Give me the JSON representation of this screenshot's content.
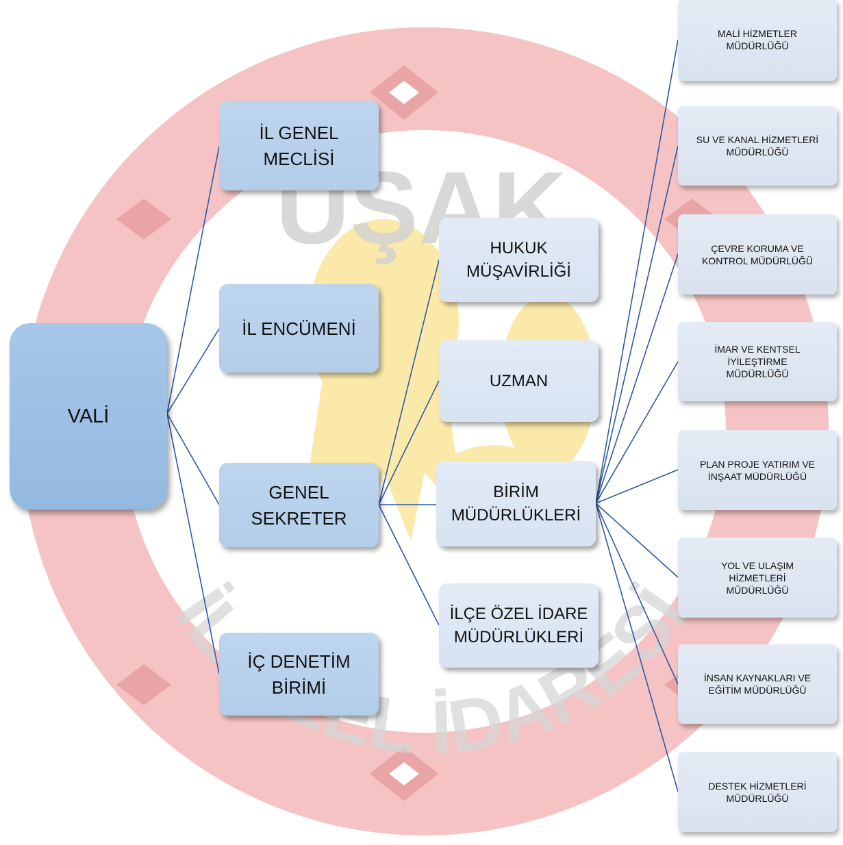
{
  "diagram": {
    "root": {
      "label": "VALİ"
    },
    "level1": [
      {
        "id": "il-genel-meclisi",
        "label": "İL GENEL\nMECLİSİ"
      },
      {
        "id": "il-encumeni",
        "label": "İL ENCÜMENİ"
      },
      {
        "id": "genel-sekreter",
        "label": "GENEL\nSEKRETER"
      },
      {
        "id": "ic-denetim-birimi",
        "label": "İÇ DENETİM\nBİRİMİ"
      }
    ],
    "level2": [
      {
        "id": "hukuk-musavirligi",
        "label": "HUKUK\nMÜŞAVİRLİĞİ"
      },
      {
        "id": "uzman",
        "label": "UZMAN"
      },
      {
        "id": "birim-mudurlukleri",
        "label": "BİRİM\nMÜDÜRLÜKLERİ"
      },
      {
        "id": "ilce-ozel-idare",
        "label": "İLÇE ÖZEL İDARE\nMÜDÜRLÜKLERİ"
      }
    ],
    "level3": [
      {
        "id": "mali-hizmetler",
        "label": "MALİ HİZMETLER\nMÜDÜRLÜĞÜ"
      },
      {
        "id": "su-ve-kanal",
        "label": "SU VE KANAL HİZMETLERİ\nMÜDÜRLÜĞÜ"
      },
      {
        "id": "cevre-koruma",
        "label": "ÇEVRE KORUMA VE\nKONTROL  MÜDÜRLÜĞÜ"
      },
      {
        "id": "imar-kentsel",
        "label": "İMAR VE KENTSEL\nİYİLEŞTİRME\nMÜDÜRLÜĞÜ"
      },
      {
        "id": "plan-proje",
        "label": "PLAN PROJE YATIRIM VE\nİNŞAAT MÜDÜRLÜĞÜ"
      },
      {
        "id": "yol-ulasim",
        "label": "YOL VE ULAŞIM\nHİZMETLERİ\nMÜDÜRLÜĞÜ"
      },
      {
        "id": "insan-kaynaklari",
        "label": "İNSAN KAYNAKLARI VE\nEĞİTİM MÜDÜRLÜĞÜ"
      },
      {
        "id": "destek-hizmetleri",
        "label": "DESTEK HİZMETLERİ\nMÜDÜRLÜĞÜ"
      }
    ]
  },
  "watermark": {
    "top_text": "UŞAK",
    "bottom_text": "İL ÖZEL İDARESİ",
    "ring_color": "#f2b6b6",
    "ornament_color": "#e79c9c",
    "text_color": "#cfcfcf",
    "emblem_color": "#fbe8a0"
  },
  "colors": {
    "connector": "#2d5aa8",
    "root_fill": "#9fc0e4",
    "level1_fill": "#b8d0eb",
    "level2_fill": "#dde7f4",
    "level3_fill": "#dfe6f1"
  }
}
